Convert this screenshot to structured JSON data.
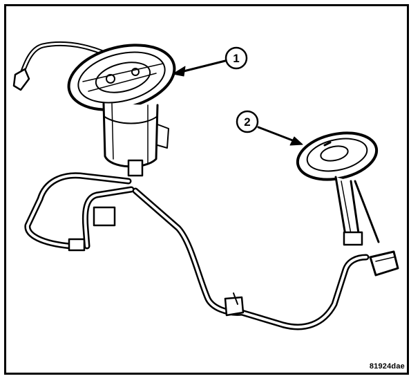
{
  "callouts": [
    {
      "label": "1"
    },
    {
      "label": "2"
    }
  ],
  "figure_code": "81924dae",
  "colors": {
    "line": "#000000",
    "background": "#ffffff"
  }
}
